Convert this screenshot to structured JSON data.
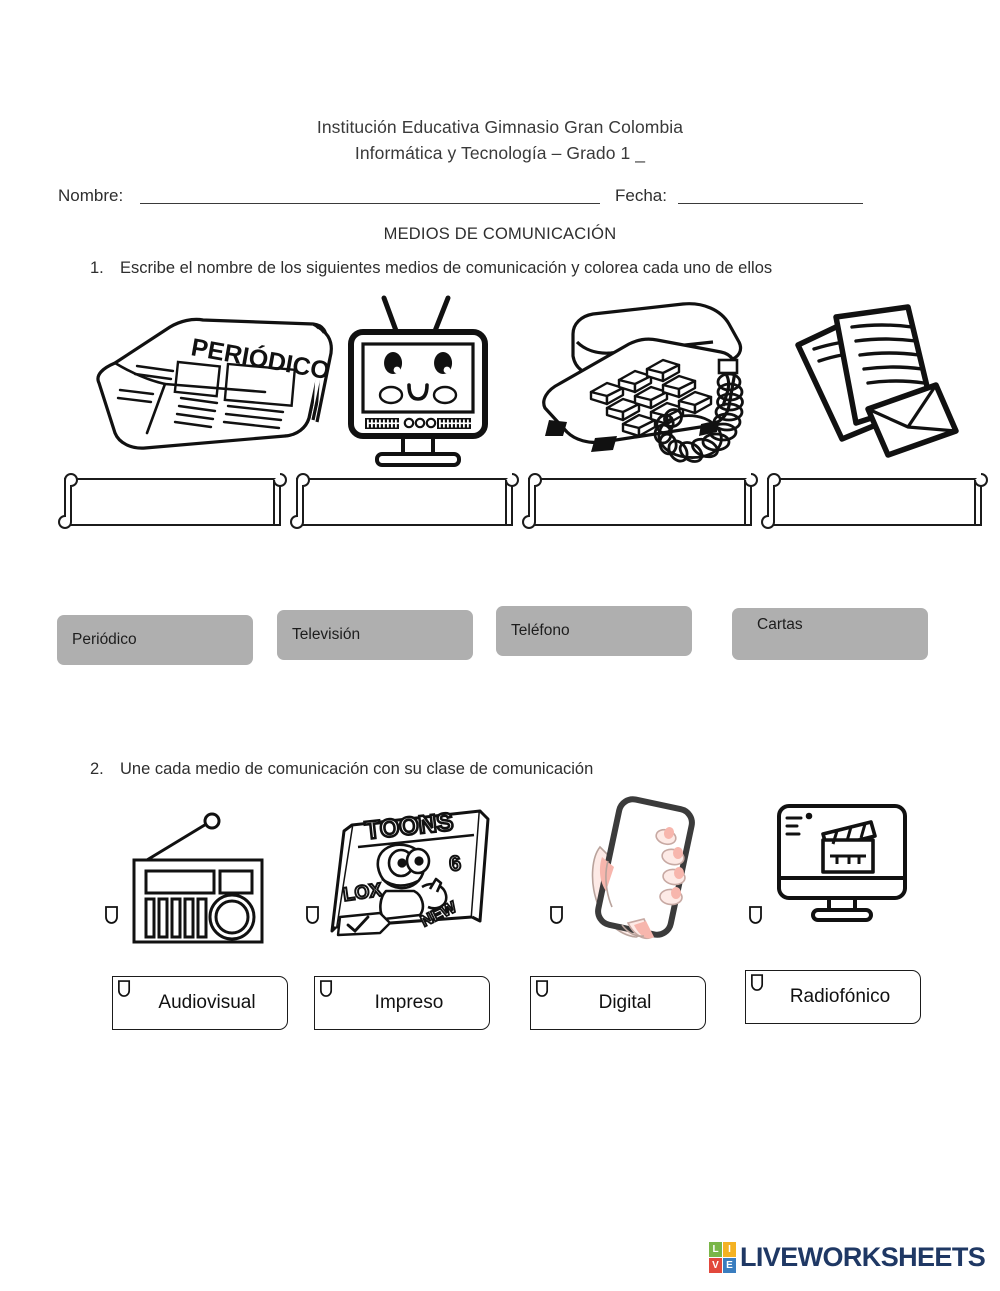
{
  "header": {
    "line1": "Institución Educativa Gimnasio Gran Colombia",
    "line2": "Informática y Tecnología – Grado 1 _"
  },
  "fields": {
    "name_label": "Nombre:",
    "name_value": "",
    "date_label": "Fecha:",
    "date_value": ""
  },
  "subtitle": "MEDIOS DE COMUNICACIÓN",
  "exercise1": {
    "number": "1.",
    "instruction": "Escribe el nombre de los siguientes medios de comunicación y colorea cada uno de ellos",
    "images": [
      {
        "name": "newspaper-illustration",
        "caption": "PERIÓDICO"
      },
      {
        "name": "television-illustration",
        "caption": ""
      },
      {
        "name": "telephone-illustration",
        "caption": ""
      },
      {
        "name": "letters-illustration",
        "caption": ""
      }
    ],
    "answers": [
      {
        "name": "answer-input-1",
        "value": ""
      },
      {
        "name": "answer-input-2",
        "value": ""
      },
      {
        "name": "answer-input-3",
        "value": ""
      },
      {
        "name": "answer-input-4",
        "value": ""
      }
    ],
    "word_bank": [
      {
        "label": "Periódico"
      },
      {
        "label": "Televisión"
      },
      {
        "label": "Teléfono"
      },
      {
        "label": "Cartas"
      }
    ]
  },
  "exercise2": {
    "number": "2.",
    "instruction": "Une cada medio de comunicación con su clase de comunicación",
    "images": [
      {
        "name": "radio-illustration"
      },
      {
        "name": "comic-magazine-illustration",
        "title": "TOONS",
        "badge": "6",
        "side_text": "LOX",
        "corner_text": "NEW"
      },
      {
        "name": "smartphone-illustration"
      },
      {
        "name": "monitor-video-illustration"
      }
    ],
    "match_options": [
      {
        "label": "Audiovisual"
      },
      {
        "label": "Impreso"
      },
      {
        "label": "Digital"
      },
      {
        "label": "Radiofónico"
      }
    ]
  },
  "footer": {
    "logo_blocks": [
      "L",
      "I",
      "V",
      "E"
    ],
    "logo_text": "LIVEWORKSHEETS",
    "colors": {
      "block_l": "#7ab648",
      "block_i": "#f4b223",
      "block_v": "#e2483c",
      "block_e": "#3a7dbf",
      "word": "#1f3864"
    }
  }
}
